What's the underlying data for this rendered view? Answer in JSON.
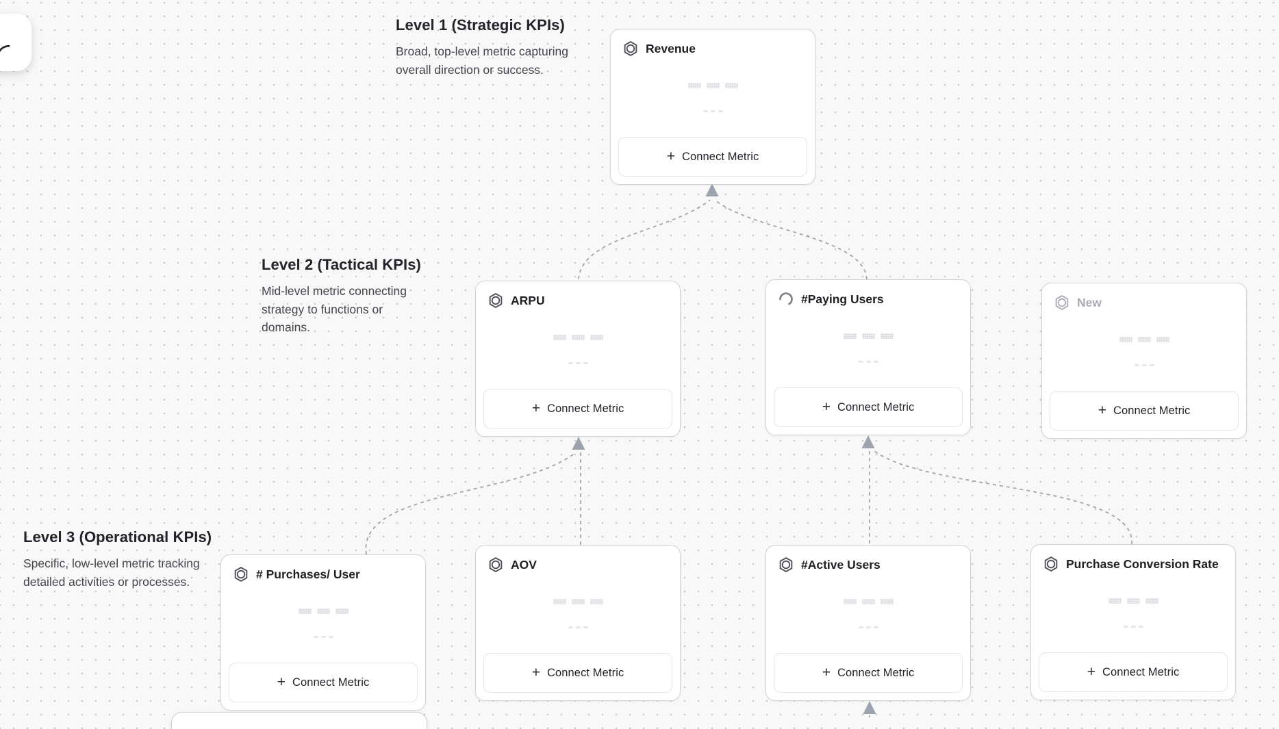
{
  "labels": {
    "connect_metric": "Connect Metric",
    "plus": "+"
  },
  "levels": [
    {
      "title": "Level 1 (Strategic KPIs)",
      "description": "Broad, top-level metric capturing overall direction or success."
    },
    {
      "title": "Level 2 (Tactical KPIs)",
      "description": "Mid-level metric connecting strategy to functions or domains."
    },
    {
      "title": "Level 3 (Operational KPIs)",
      "description": "Specific, low-level metric tracking detailed activities or processes."
    }
  ],
  "cards": [
    {
      "id": "revenue",
      "title": "Revenue",
      "level": 1,
      "icon": "metric-hexagon-icon",
      "state": "default"
    },
    {
      "id": "arpu",
      "title": "ARPU",
      "level": 2,
      "icon": "metric-hexagon-icon",
      "state": "default"
    },
    {
      "id": "paying-users",
      "title": "#Paying Users",
      "level": 2,
      "icon": "spinner-icon",
      "state": "loading"
    },
    {
      "id": "new",
      "title": "New",
      "level": 2,
      "icon": "metric-hexagon-icon",
      "state": "placeholder"
    },
    {
      "id": "purchases-per-user",
      "title": "# Purchases/ User",
      "level": 3,
      "icon": "metric-hexagon-icon",
      "state": "default"
    },
    {
      "id": "aov",
      "title": "AOV",
      "level": 3,
      "icon": "metric-hexagon-icon",
      "state": "default"
    },
    {
      "id": "active-users",
      "title": "#Active Users",
      "level": 3,
      "icon": "metric-hexagon-icon",
      "state": "default"
    },
    {
      "id": "purchase-conversion-rate",
      "title": "Purchase Conversion Rate",
      "level": 3,
      "icon": "metric-hexagon-icon",
      "state": "default"
    }
  ],
  "colors": {
    "canvas_bg": "#f8f8f8",
    "grid_dot": "#c6c6cc",
    "card_border": "#d2d2d8",
    "dashed_connector": "#a3a3ab",
    "arrowhead": "#9ca3af",
    "title_text": "#1f1f24",
    "muted_text": "#ababb3"
  }
}
